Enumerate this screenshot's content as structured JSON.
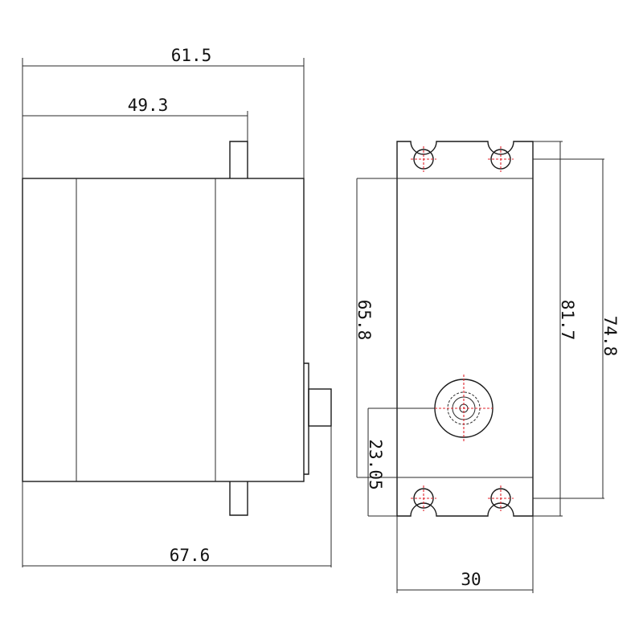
{
  "dimensions": {
    "side_top_outer": "61.5",
    "side_top_inner": "49.3",
    "side_bottom": "67.6",
    "front_height_left": "65.8",
    "front_height_right": "81.7",
    "front_mount_spacing": "74.8",
    "front_shaft_offset": "23.05",
    "front_width": "30"
  },
  "colors": {
    "line": "#1a1a1a",
    "centerline": "#e0242c"
  }
}
